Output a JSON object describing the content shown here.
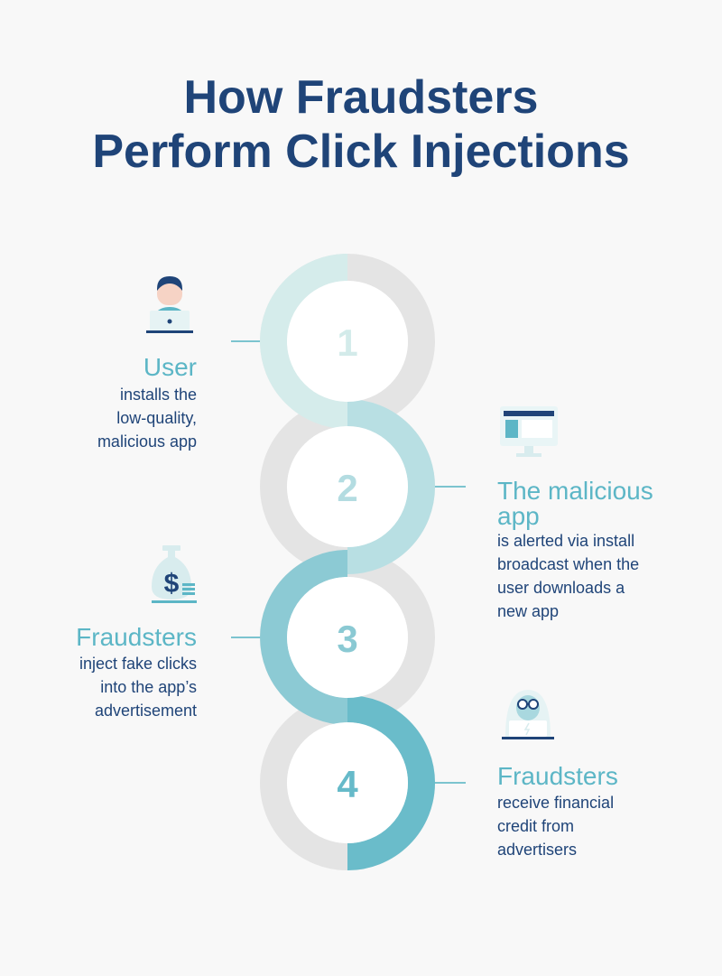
{
  "title": {
    "line1": "How Fraudsters",
    "line2": "Perform Click Injections"
  },
  "colors": {
    "title": "#1f4478",
    "heading": "#5cb6c6",
    "text": "#1f4478",
    "track": "#e4e4e4",
    "ring1": "#d5eceb",
    "ring2": "#b8dfe3",
    "ring3": "#8ccad4",
    "ring4": "#6abcca",
    "num1": "#d3ebea",
    "num2": "#b3dce1",
    "num3": "#8ac9d3",
    "num4": "#66bac9"
  },
  "steps": [
    {
      "number": "1",
      "heading": "User",
      "lines": [
        "installs the",
        "low-quality,",
        "malicious app"
      ],
      "icon": "user-laptop-icon"
    },
    {
      "number": "2",
      "heading_lines": [
        "The malicious",
        "app"
      ],
      "lines": [
        "is alerted via install",
        "broadcast when the",
        "user downloads a",
        "new app"
      ],
      "icon": "monitor-icon"
    },
    {
      "number": "3",
      "heading": "Fraudsters",
      "lines": [
        "inject fake clicks",
        "into the app’s",
        "advertisement"
      ],
      "icon": "money-bag-icon"
    },
    {
      "number": "4",
      "heading": "Fraudsters",
      "lines": [
        "receive financial",
        "credit from",
        "advertisers"
      ],
      "icon": "hacker-icon"
    }
  ]
}
